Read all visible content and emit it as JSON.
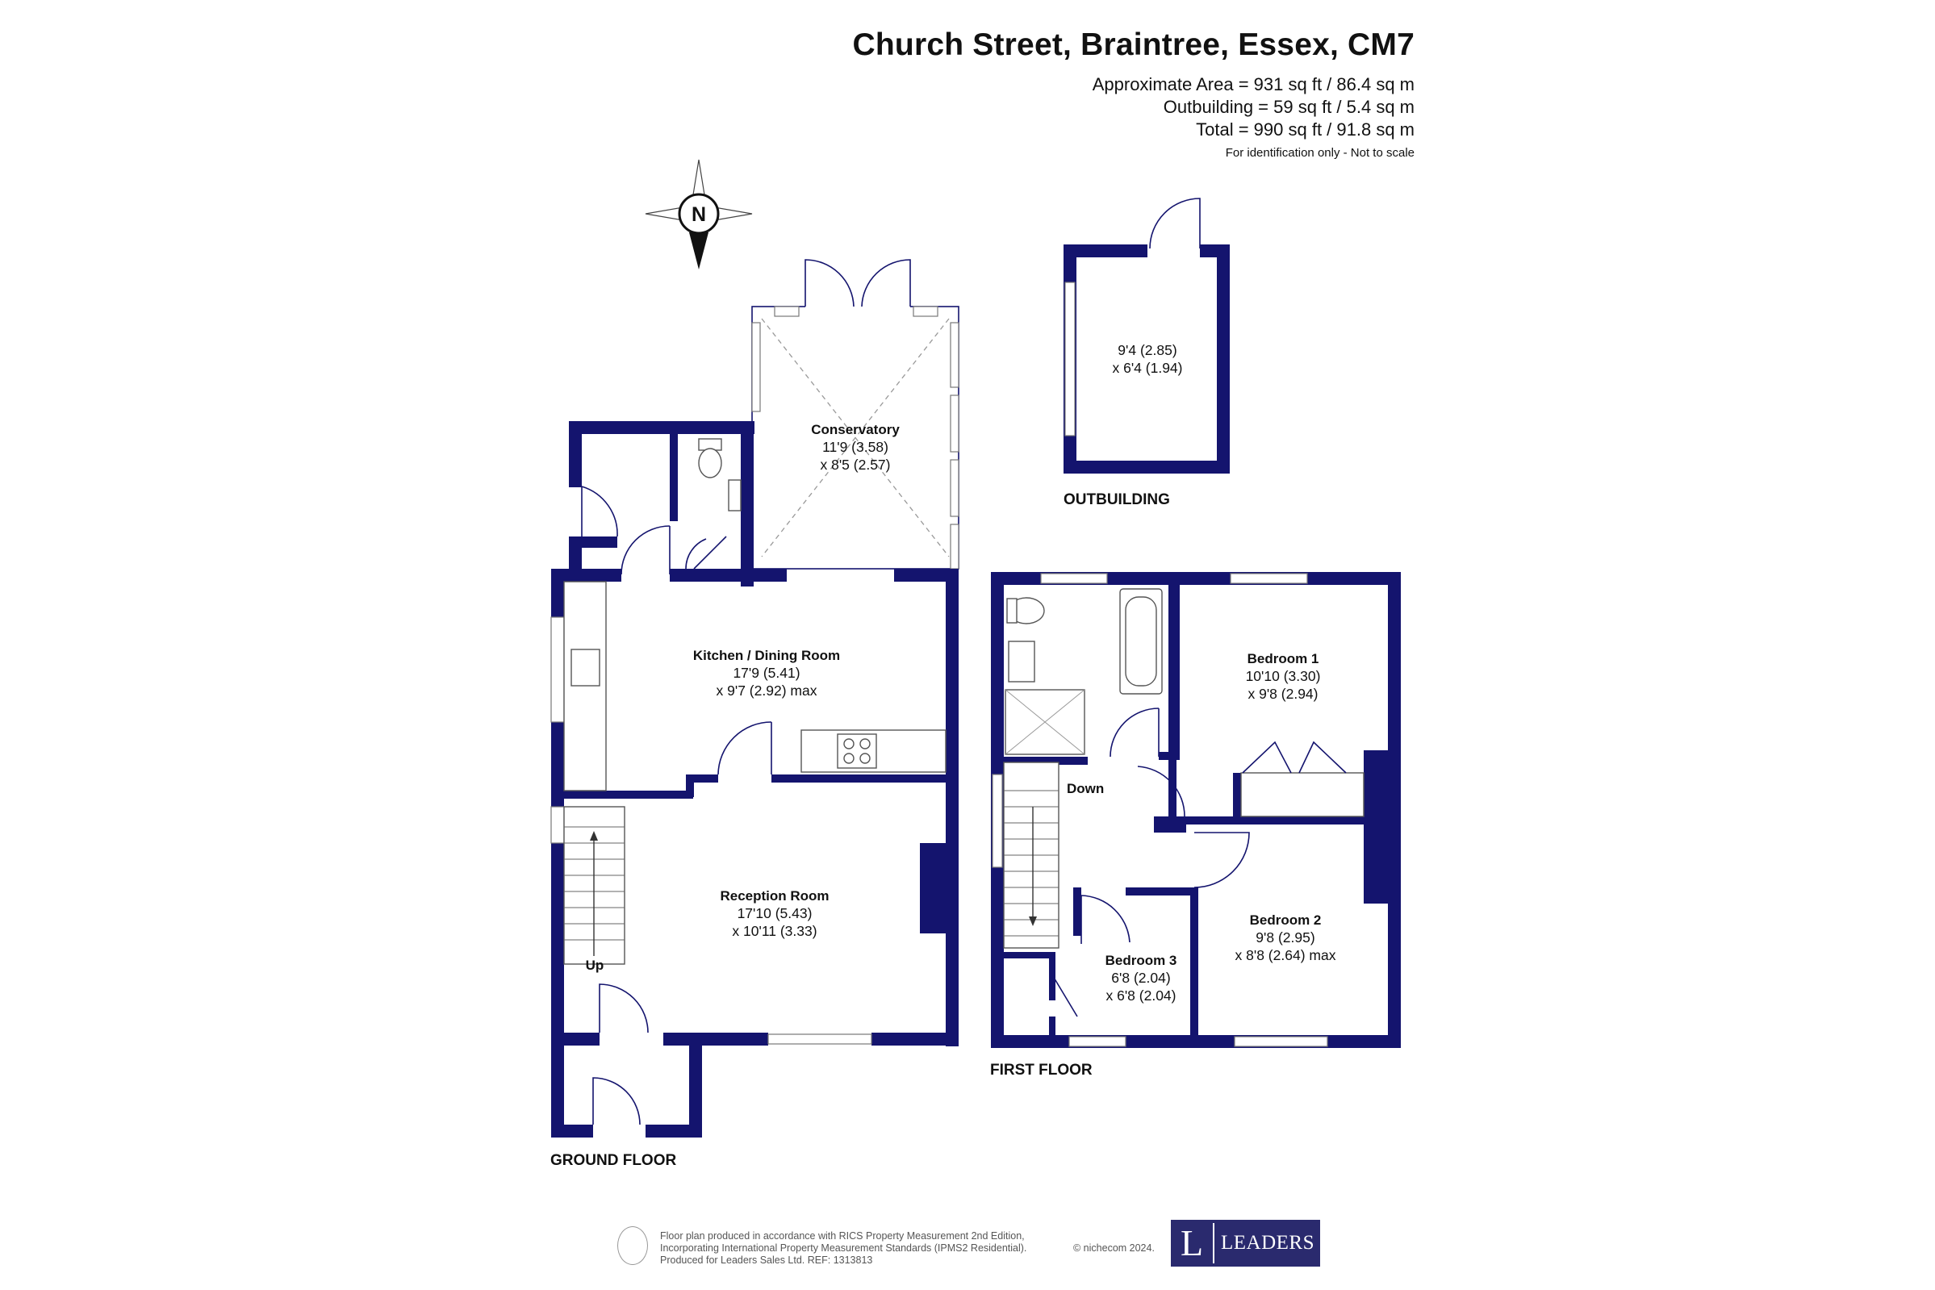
{
  "header": {
    "title": "Church Street, Braintree, Essex, CM7",
    "area_line_1": "Approximate Area = 931 sq ft / 86.4 sq m",
    "area_line_2": "Outbuilding = 59 sq ft / 5.4 sq m",
    "area_line_3": "Total = 990 sq ft / 91.8 sq m",
    "disclaimer": "For identification only - Not to scale"
  },
  "compass": {
    "label": "N"
  },
  "floors": {
    "ground": "GROUND FLOOR",
    "first": "FIRST FLOOR",
    "outbuilding": "OUTBUILDING"
  },
  "rooms": {
    "conservatory": {
      "name": "Conservatory",
      "dim1": "11'9 (3.58)",
      "dim2": "x 8'5 (2.57)"
    },
    "kitchen": {
      "name": "Kitchen / Dining Room",
      "dim1": "17'9 (5.41)",
      "dim2": "x 9'7 (2.92) max"
    },
    "reception": {
      "name": "Reception Room",
      "dim1": "17'10 (5.43)",
      "dim2": "x 10'11 (3.33)"
    },
    "outbuilding": {
      "dim1": "9'4 (2.85)",
      "dim2": "x 6'4 (1.94)"
    },
    "bedroom1": {
      "name": "Bedroom 1",
      "dim1": "10'10 (3.30)",
      "dim2": "x 9'8 (2.94)"
    },
    "bedroom2": {
      "name": "Bedroom 2",
      "dim1": "9'8 (2.95)",
      "dim2": "x 8'8 (2.64) max"
    },
    "bedroom3": {
      "name": "Bedroom 3",
      "dim1": "6'8 (2.04)",
      "dim2": "x 6'8 (2.04)"
    }
  },
  "stairs": {
    "up": "Up",
    "down": "Down"
  },
  "footer": {
    "line_1": "Floor plan produced in accordance with RICS Property Measurement 2nd Edition,",
    "line_2": "Incorporating International Property Measurement Standards (IPMS2 Residential).",
    "line_3": "Produced for Leaders Sales Ltd.   REF:  1313813",
    "copyright": "© nichecom 2024.",
    "logo_letter": "L",
    "logo_text": "LEADERS"
  },
  "colors": {
    "wall": "#14146e",
    "logo_bg": "#2a2a6e"
  }
}
